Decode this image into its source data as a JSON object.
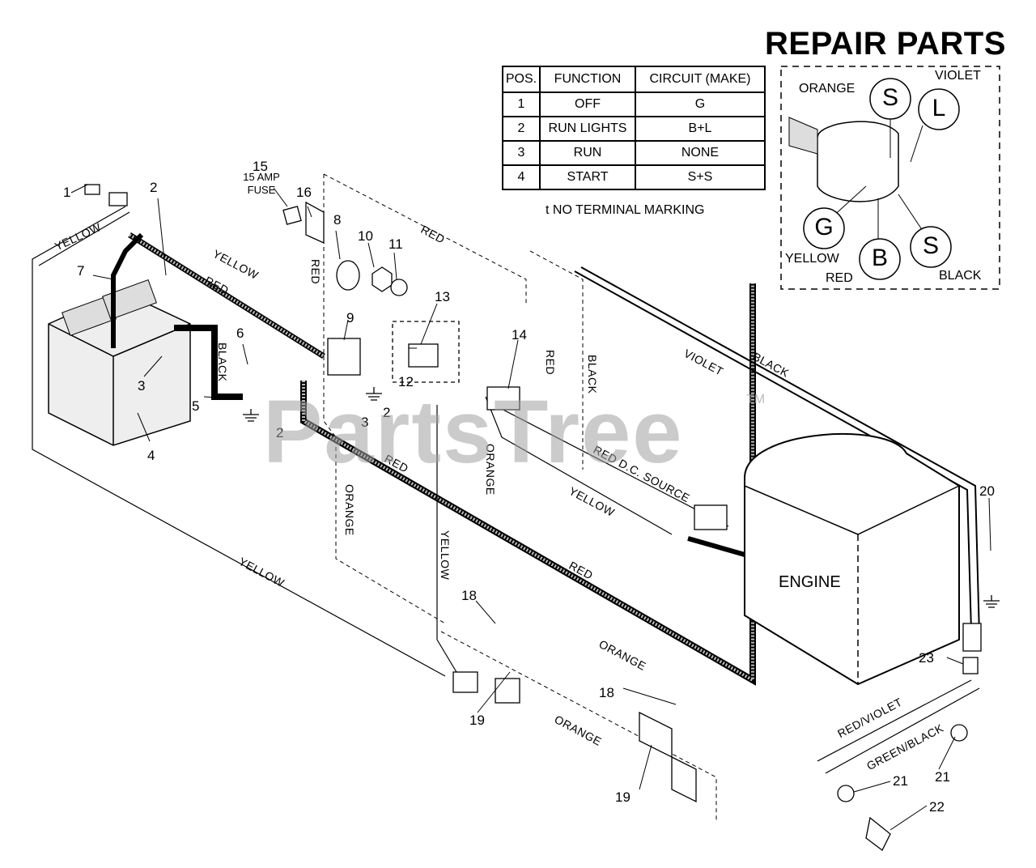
{
  "title": "REPAIR PARTS",
  "table": {
    "headers": [
      "POS.",
      "FUNCTION",
      "CIRCUIT  (MAKE)"
    ],
    "rows": [
      [
        "1",
        "OFF",
        "G"
      ],
      [
        "2",
        "RUN LIGHTS",
        "B+L"
      ],
      [
        "3",
        "RUN",
        "NONE"
      ],
      [
        "4",
        "START",
        "S+S"
      ]
    ],
    "note": "t  NO TERMINAL MARKING"
  },
  "switch": {
    "terminals": [
      "S",
      "L",
      "G",
      "B",
      "S"
    ],
    "wire_labels": [
      "ORANGE",
      "VIOLET",
      "YELLOW",
      "RED",
      "BLACK"
    ]
  },
  "fuse_label": "15 AMP FUSE",
  "part_numbers": [
    "1",
    "2",
    "3",
    "4",
    "5",
    "6",
    "7",
    "8",
    "9",
    "10",
    "11",
    "12",
    "13",
    "14",
    "15",
    "16",
    "2",
    "3",
    "2",
    "18",
    "18",
    "19",
    "19",
    "20",
    "21",
    "21",
    "22",
    "23"
  ],
  "wire_labels": [
    "YELLOW",
    "YELLOW",
    "RED",
    "BLACK",
    "RED",
    "RED",
    "RED",
    "BLACK",
    "VIOLET",
    "BLACK",
    "RED  D.C. SOURCE",
    "YELLOW",
    "RED",
    "ORANGE",
    "ORANGE",
    "YELLOW",
    "YELLOW",
    "RED",
    "ORANGE",
    "ORANGE",
    "RED/VIOLET",
    "GREEN/BLACK"
  ],
  "engine_label": "ENGINE",
  "watermark": "PartsTree",
  "trademark": "TM"
}
